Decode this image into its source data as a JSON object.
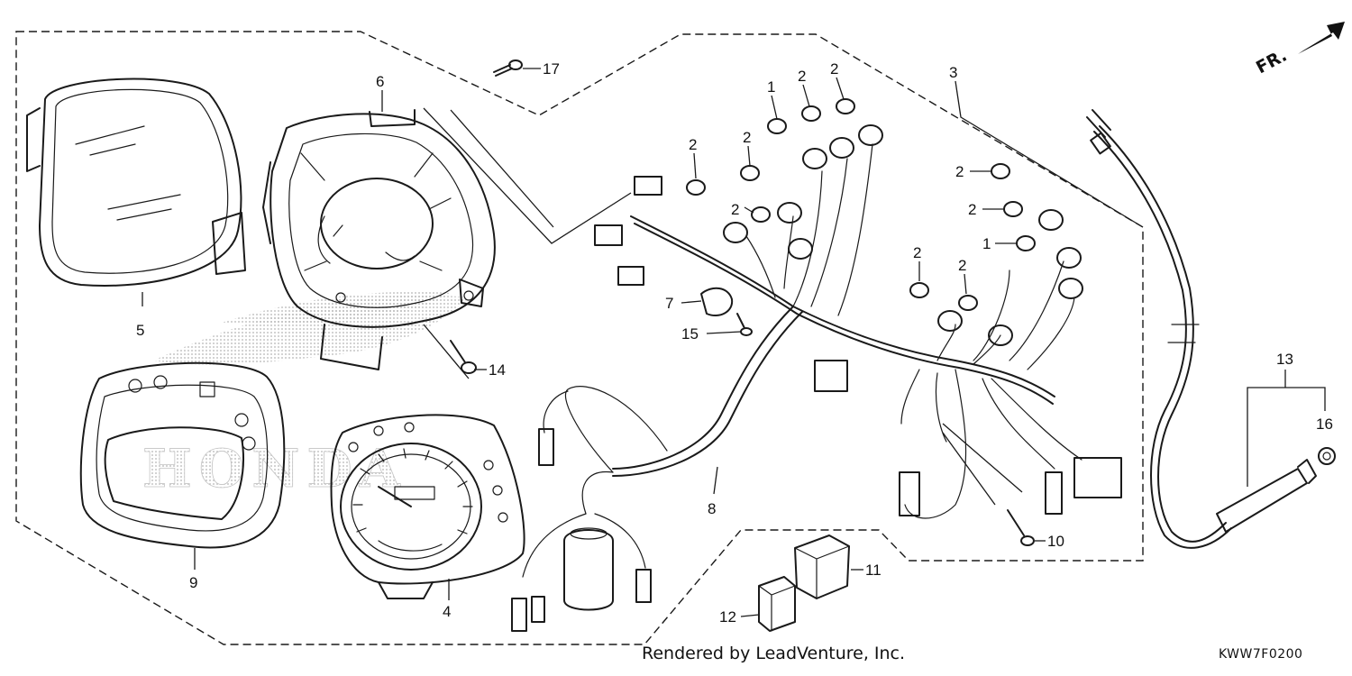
{
  "diagram": {
    "orientation_label": "FR.",
    "credit": "Rendered by LeadVenture, Inc.",
    "diagram_code": "KWW7F0200",
    "watermark": "HONDA",
    "callouts": {
      "c1a": "1",
      "c1b": "1",
      "c2a": "2",
      "c2b": "2",
      "c2c": "2",
      "c2d": "2",
      "c2e": "2",
      "c2f": "2",
      "c2g": "2",
      "c2h": "2",
      "c2i": "2",
      "c3": "3",
      "c4": "4",
      "c5": "5",
      "c6": "6",
      "c7": "7",
      "c8": "8",
      "c9": "9",
      "c10": "10",
      "c11": "11",
      "c12": "12",
      "c13": "13",
      "c14": "14",
      "c15": "15",
      "c16": "16",
      "c17": "17"
    }
  }
}
